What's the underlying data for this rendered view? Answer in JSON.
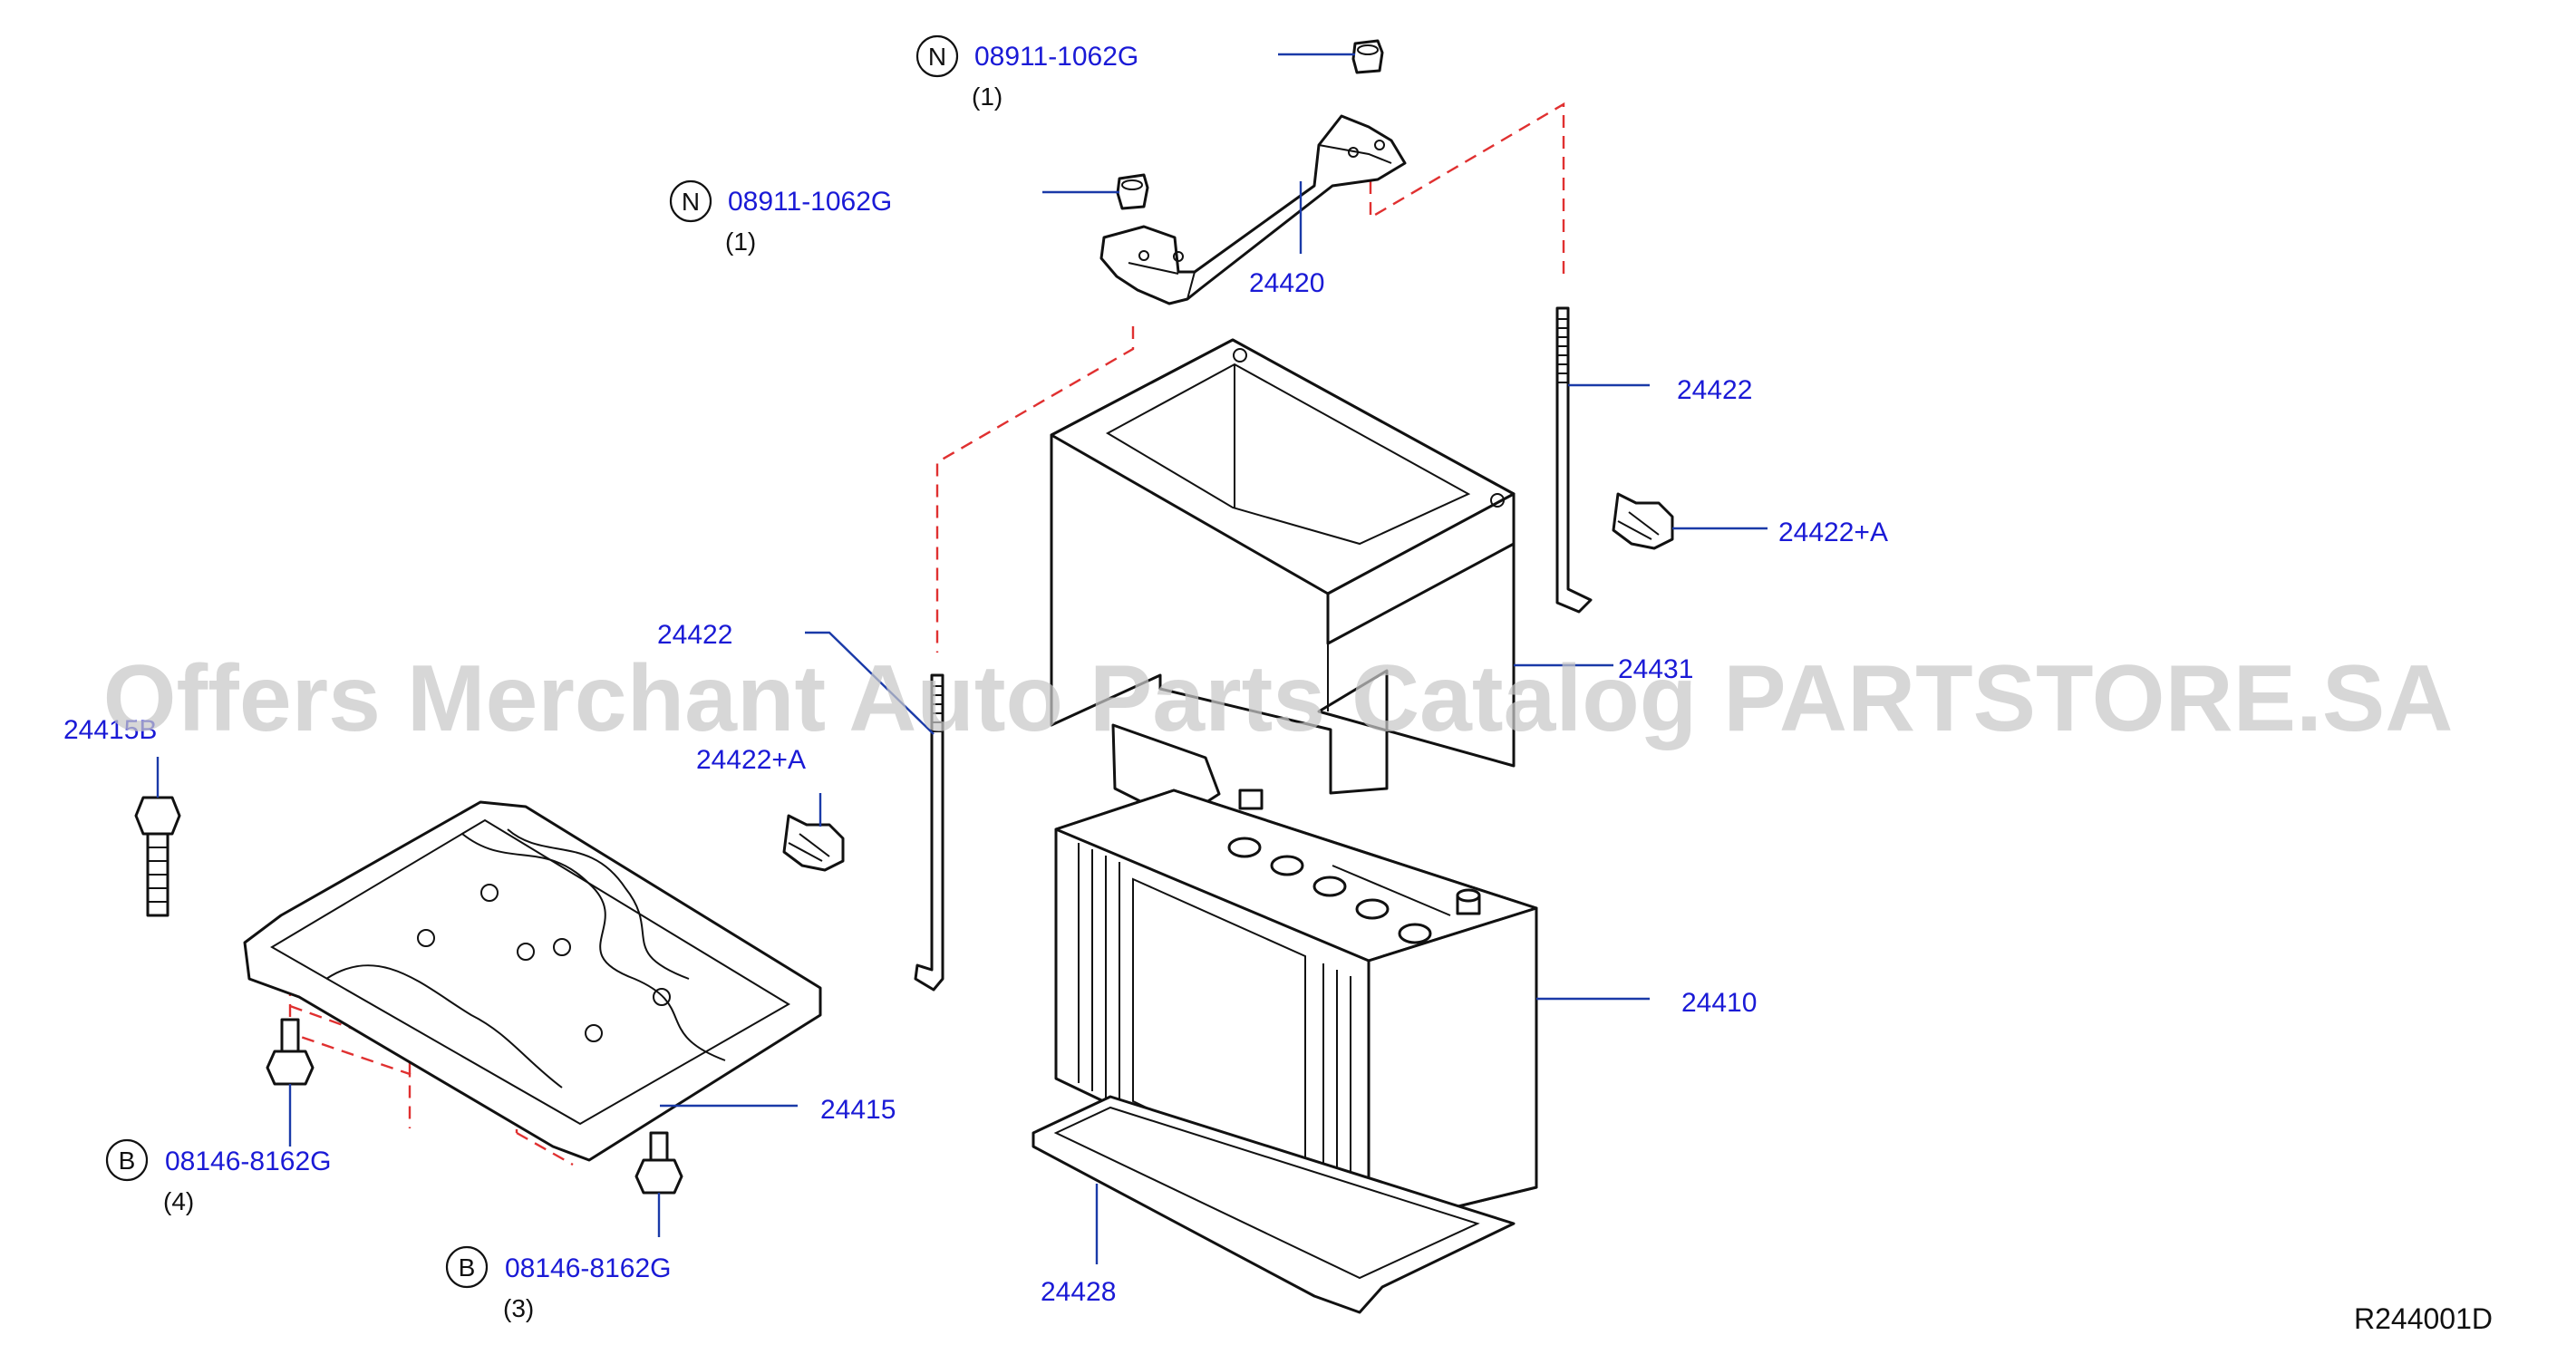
{
  "watermark": "Offers Merchant Auto Parts Catalog PARTSTORE.SA",
  "diagram_code": "R244001D",
  "callouts": [
    {
      "id": "nut-top",
      "marker": "N",
      "part": "08911-1062G",
      "qty": "(1)"
    },
    {
      "id": "nut-left",
      "marker": "N",
      "part": "08911-1062G",
      "qty": "(1)"
    },
    {
      "id": "bolt-front",
      "marker": "B",
      "part": "08146-8162G",
      "qty": "(4)"
    },
    {
      "id": "bolt-rear",
      "marker": "B",
      "part": "08146-8162G",
      "qty": "(3)"
    }
  ],
  "labels": {
    "frame": "24420",
    "rod_right": "24422",
    "clip_right": "24422+A",
    "cover": "24431",
    "rod_left": "24422",
    "clip_left": "24422+A",
    "tray_bolt": "24415B",
    "battery": "24410",
    "tray": "24415",
    "mat": "24428"
  }
}
